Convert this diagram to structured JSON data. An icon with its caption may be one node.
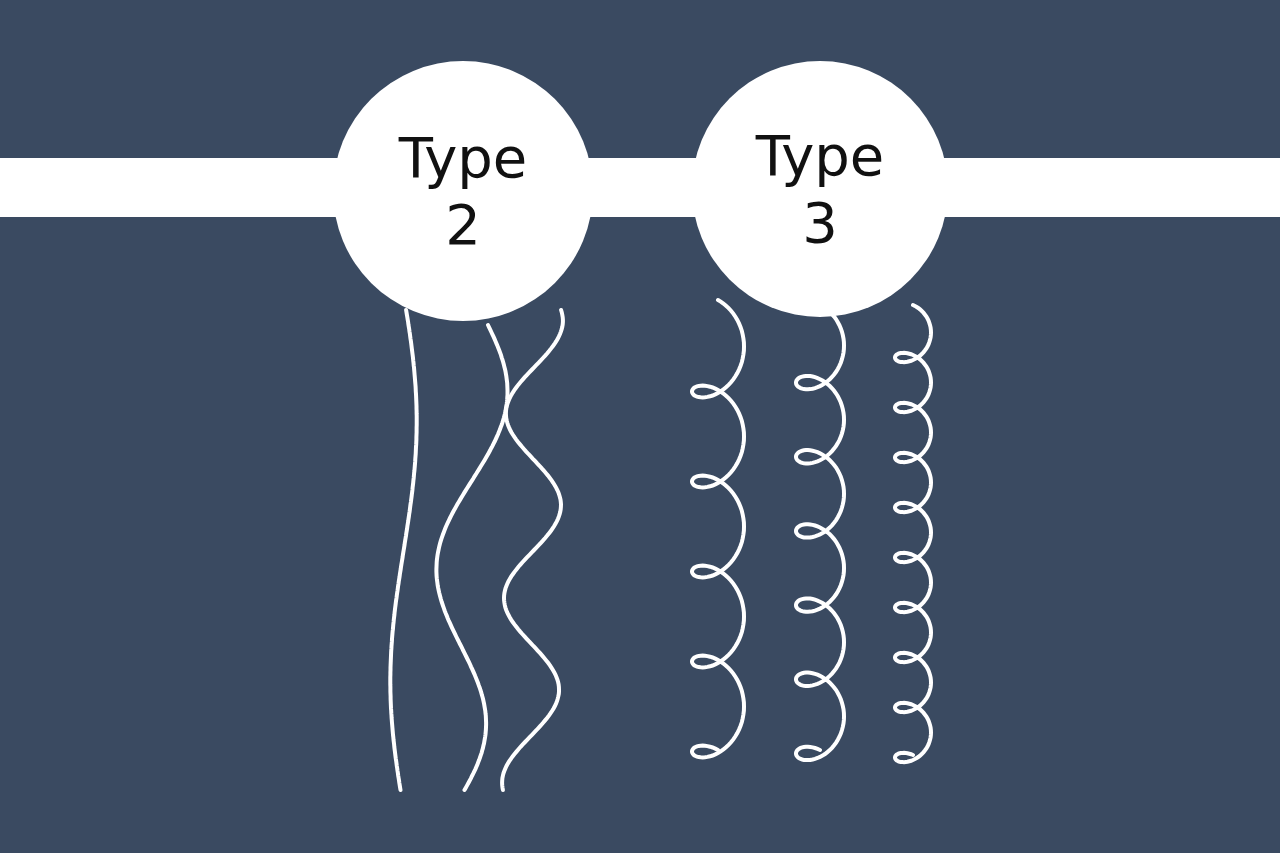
{
  "diagram": {
    "nodes": [
      {
        "text": [
          "Type 2"
        ]
      },
      {
        "text": [
          "Type 3"
        ]
      },
      {
        "text": [],
        "shape": "bar"
      }
    ]
  }
}
